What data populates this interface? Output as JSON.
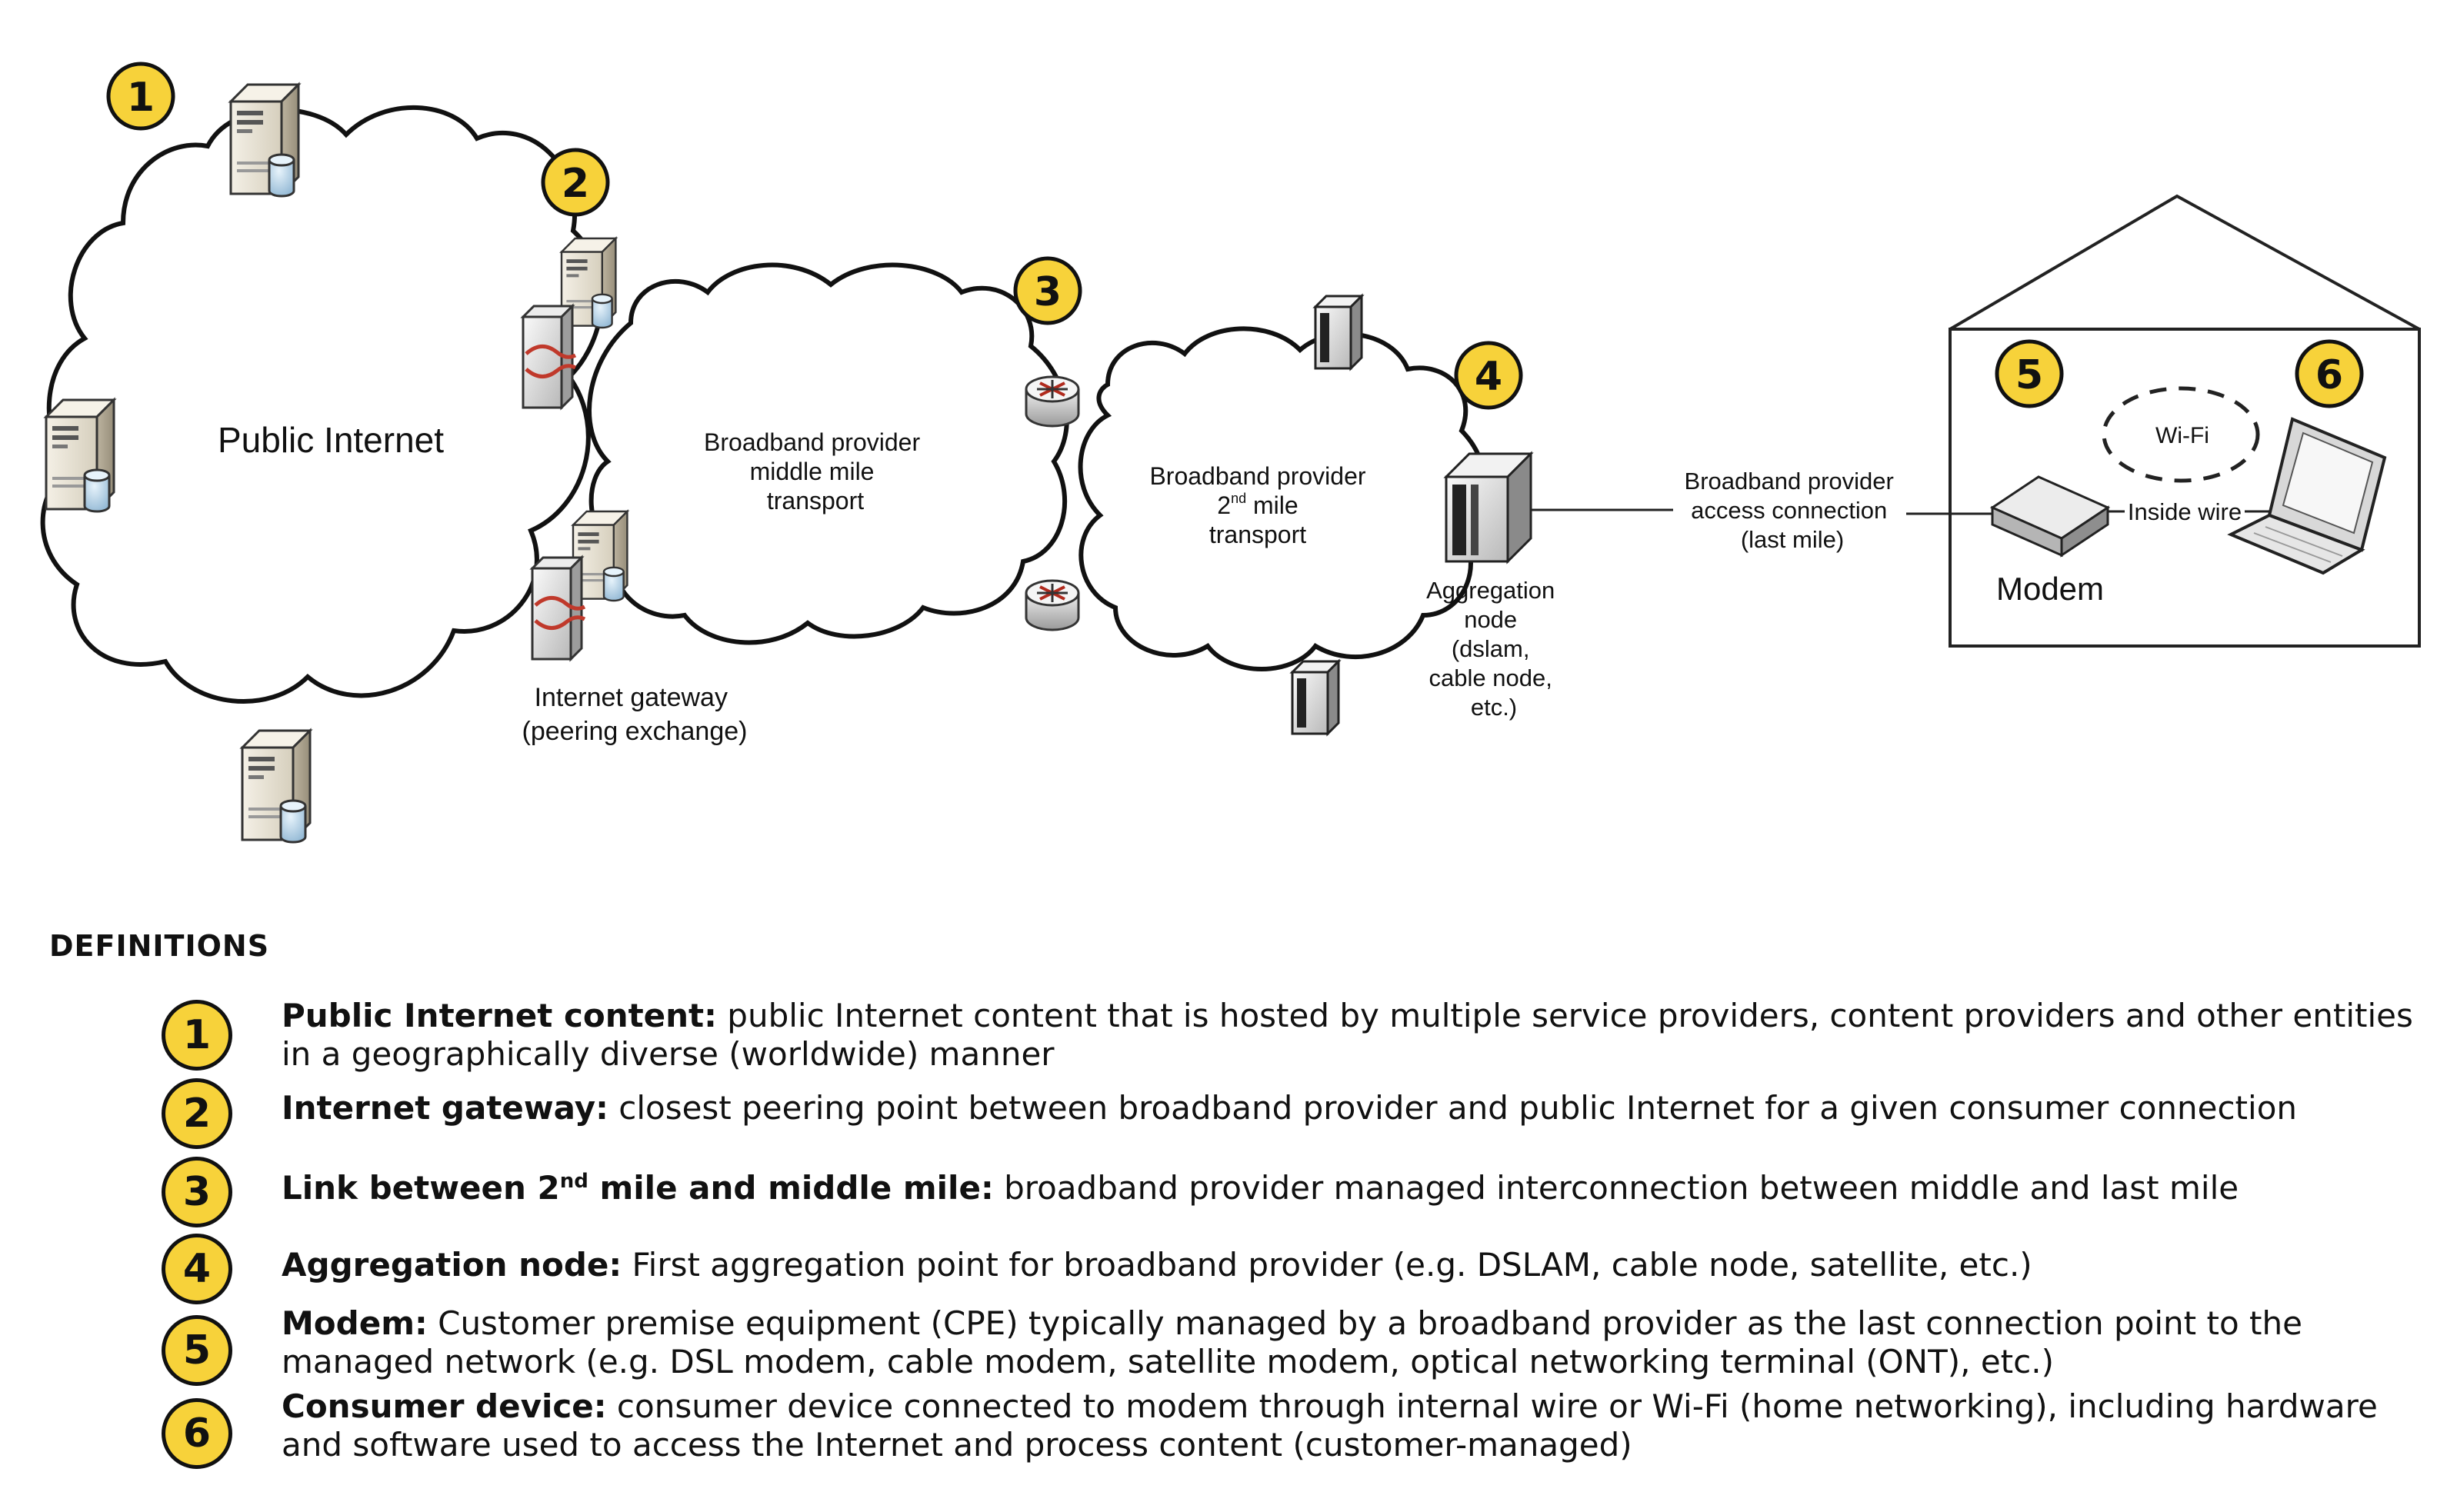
{
  "diagram": {
    "clouds": {
      "public_internet": "Public Internet",
      "middle_mile": [
        "Broadband provider",
        "middle mile",
        "transport"
      ],
      "second_mile": {
        "line1": "Broadband provider",
        "line2_num": "2",
        "line2_sup": "nd",
        "line2_rest": " mile",
        "line3": "transport"
      }
    },
    "gateway_label": [
      "Internet gateway",
      "(peering exchange)"
    ],
    "aggregation_label": [
      "Aggregation",
      "node",
      "(dslam,",
      "cable node,",
      "etc.)"
    ],
    "access_label": [
      "Broadband provider",
      "access connection",
      "(last mile)"
    ],
    "wifi_label": "Wi-Fi",
    "inside_wire_label": "Inside wire",
    "modem_label": "Modem",
    "badges": [
      "1",
      "2",
      "3",
      "4",
      "5",
      "6"
    ]
  },
  "definitions": {
    "title": "DEFINITIONS",
    "items": [
      {
        "num": "1",
        "term": "Public Internet content:",
        "text": " public Internet content that is hosted by multiple service providers, content providers and other entities in a geographically diverse (worldwide) manner"
      },
      {
        "num": "2",
        "term": "Internet gateway:",
        "text": " closest peering point between broadband provider and public Internet for a given consumer connection"
      },
      {
        "num": "3",
        "term_pre": "Link between 2",
        "term_sup": "nd",
        "term_post": " mile and middle mile:",
        "text": " broadband provider managed interconnection between middle and last mile"
      },
      {
        "num": "4",
        "term": "Aggregation node:",
        "text": " First aggregation point for broadband provider (e.g. DSLAM, cable node, satellite, etc.)"
      },
      {
        "num": "5",
        "term": "Modem:",
        "text": " Customer premise equipment (CPE) typically managed by a broadband provider as the last connection point to the managed network (e.g. DSL modem, cable modem, satellite modem, optical networking terminal (ONT), etc.)"
      },
      {
        "num": "6",
        "term": "Consumer device:",
        "text": " consumer device connected to modem through internal wire or Wi-Fi (home networking), including hardware and software used to access the Internet and process content (customer-managed)"
      }
    ]
  },
  "colors": {
    "badge_fill": "#f7d23a",
    "outline": "#111111",
    "server_light": "#eeeae0",
    "server_dark": "#c9c2b0",
    "gateway_arrow": "#c0392b"
  }
}
